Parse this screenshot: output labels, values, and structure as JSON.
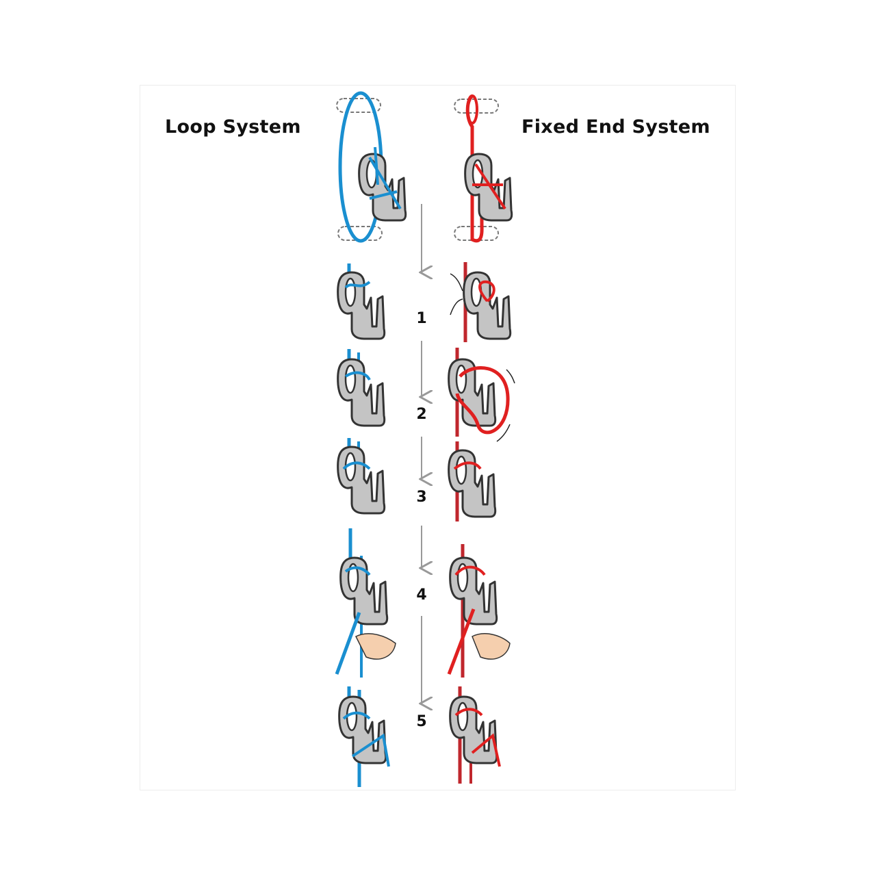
{
  "titles": {
    "left": "Loop System",
    "right": "Fixed End System"
  },
  "steps": [
    "1",
    "2",
    "3",
    "4",
    "5"
  ],
  "colors": {
    "loop_rope": "#1a8fd0",
    "fixed_rope": "#e02020",
    "hook": "#c4c4c4",
    "arrow": "#999999"
  }
}
